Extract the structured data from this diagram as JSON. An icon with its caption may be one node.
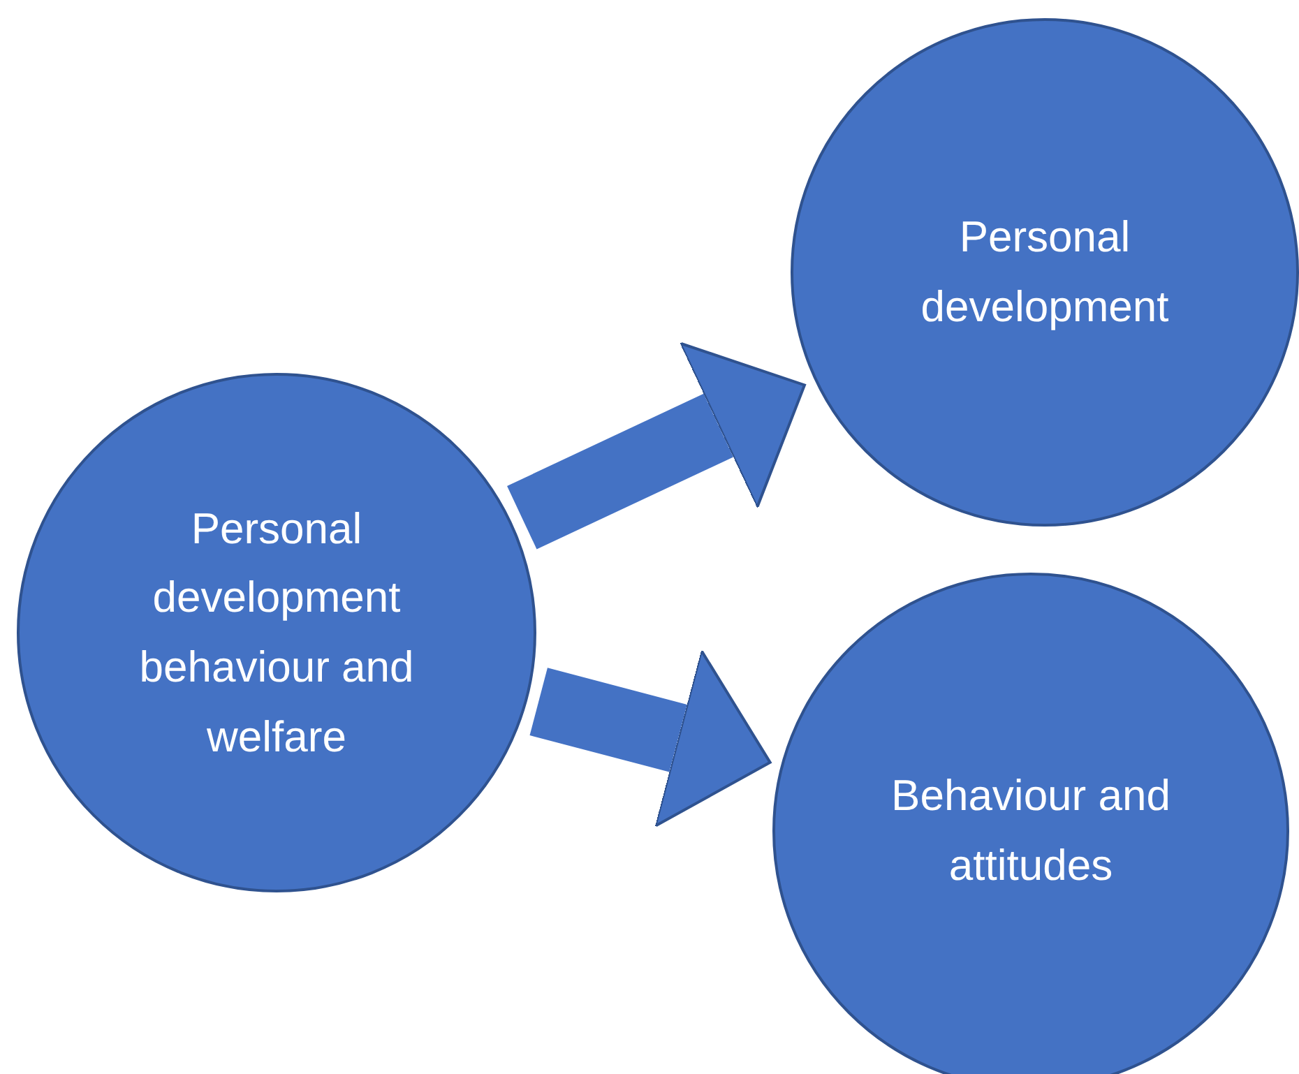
{
  "diagram": {
    "nodes": [
      {
        "text": [
          "Personal development behaviour and welfare"
        ]
      },
      {
        "text": [
          "Personal development"
        ]
      },
      {
        "text": [
          "Behaviour and attitudes"
        ]
      }
    ],
    "edges": [
      {
        "from": 0,
        "to": 1,
        "arrow": "to"
      },
      {
        "from": 0,
        "to": 2,
        "arrow": "to"
      }
    ]
  }
}
